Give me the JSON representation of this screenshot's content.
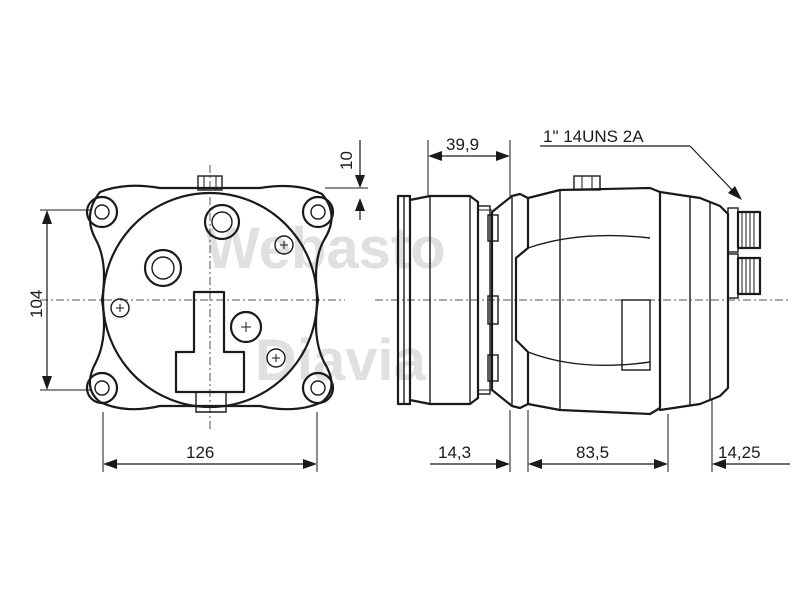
{
  "watermark": {
    "line1": "Webasto",
    "line2": "Diavia"
  },
  "dimensions": {
    "height": "104",
    "width": "126",
    "top_offset": "10",
    "pulley_width": "39,9",
    "thread_spec": "1\" 14UNS 2A",
    "clutch_offset": "14,3",
    "body_length": "83,5",
    "port_length": "14,25"
  },
  "colors": {
    "line": "#1a1a1a",
    "watermark": "#c8c8c8",
    "background": "#ffffff"
  }
}
